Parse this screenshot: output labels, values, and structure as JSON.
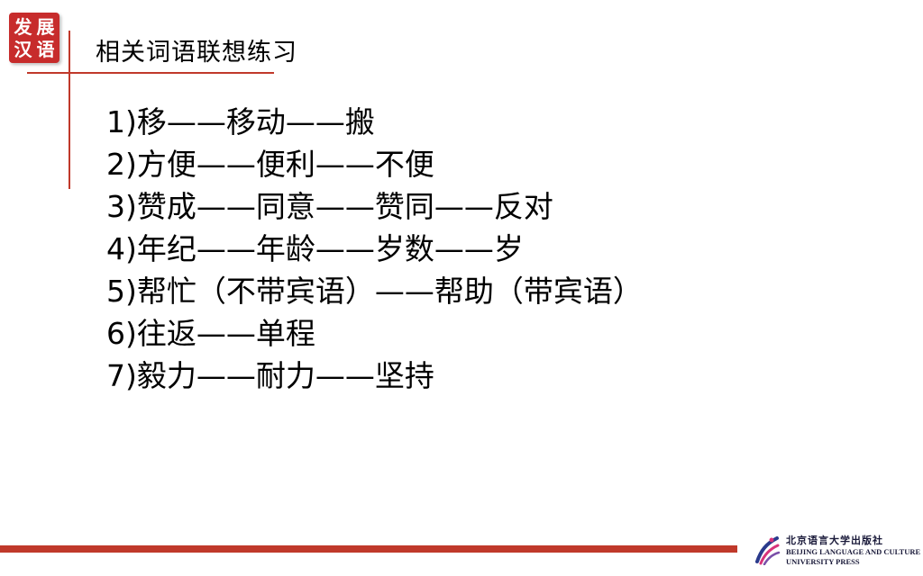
{
  "logo": {
    "chars": [
      "发",
      "展",
      "汉",
      "语"
    ]
  },
  "title": "相关词语联想练习",
  "items": [
    {
      "text": "1)移——移动——搬"
    },
    {
      "text": "2)方便——便利——不便"
    },
    {
      "text": "3)赞成——同意——赞同——反对"
    },
    {
      "text": "4)年纪——年龄——岁数——岁"
    },
    {
      "text": "5)帮忙（不带宾语）——帮助（带宾语）"
    },
    {
      "text": "6)往返——单程"
    },
    {
      "text": "7)毅力——耐力——坚持"
    }
  ],
  "press": {
    "name_cn": "北京语言大学出版社",
    "name_en_line1": "BEIJING LANGUAGE AND CULTURE",
    "name_en_line2": "UNIVERSITY PRESS"
  },
  "colors": {
    "accent_red": "#c0392b",
    "logo_red": "#c72c2c",
    "press_blue": "#2a3a8c",
    "press_pink": "#d8337a"
  }
}
